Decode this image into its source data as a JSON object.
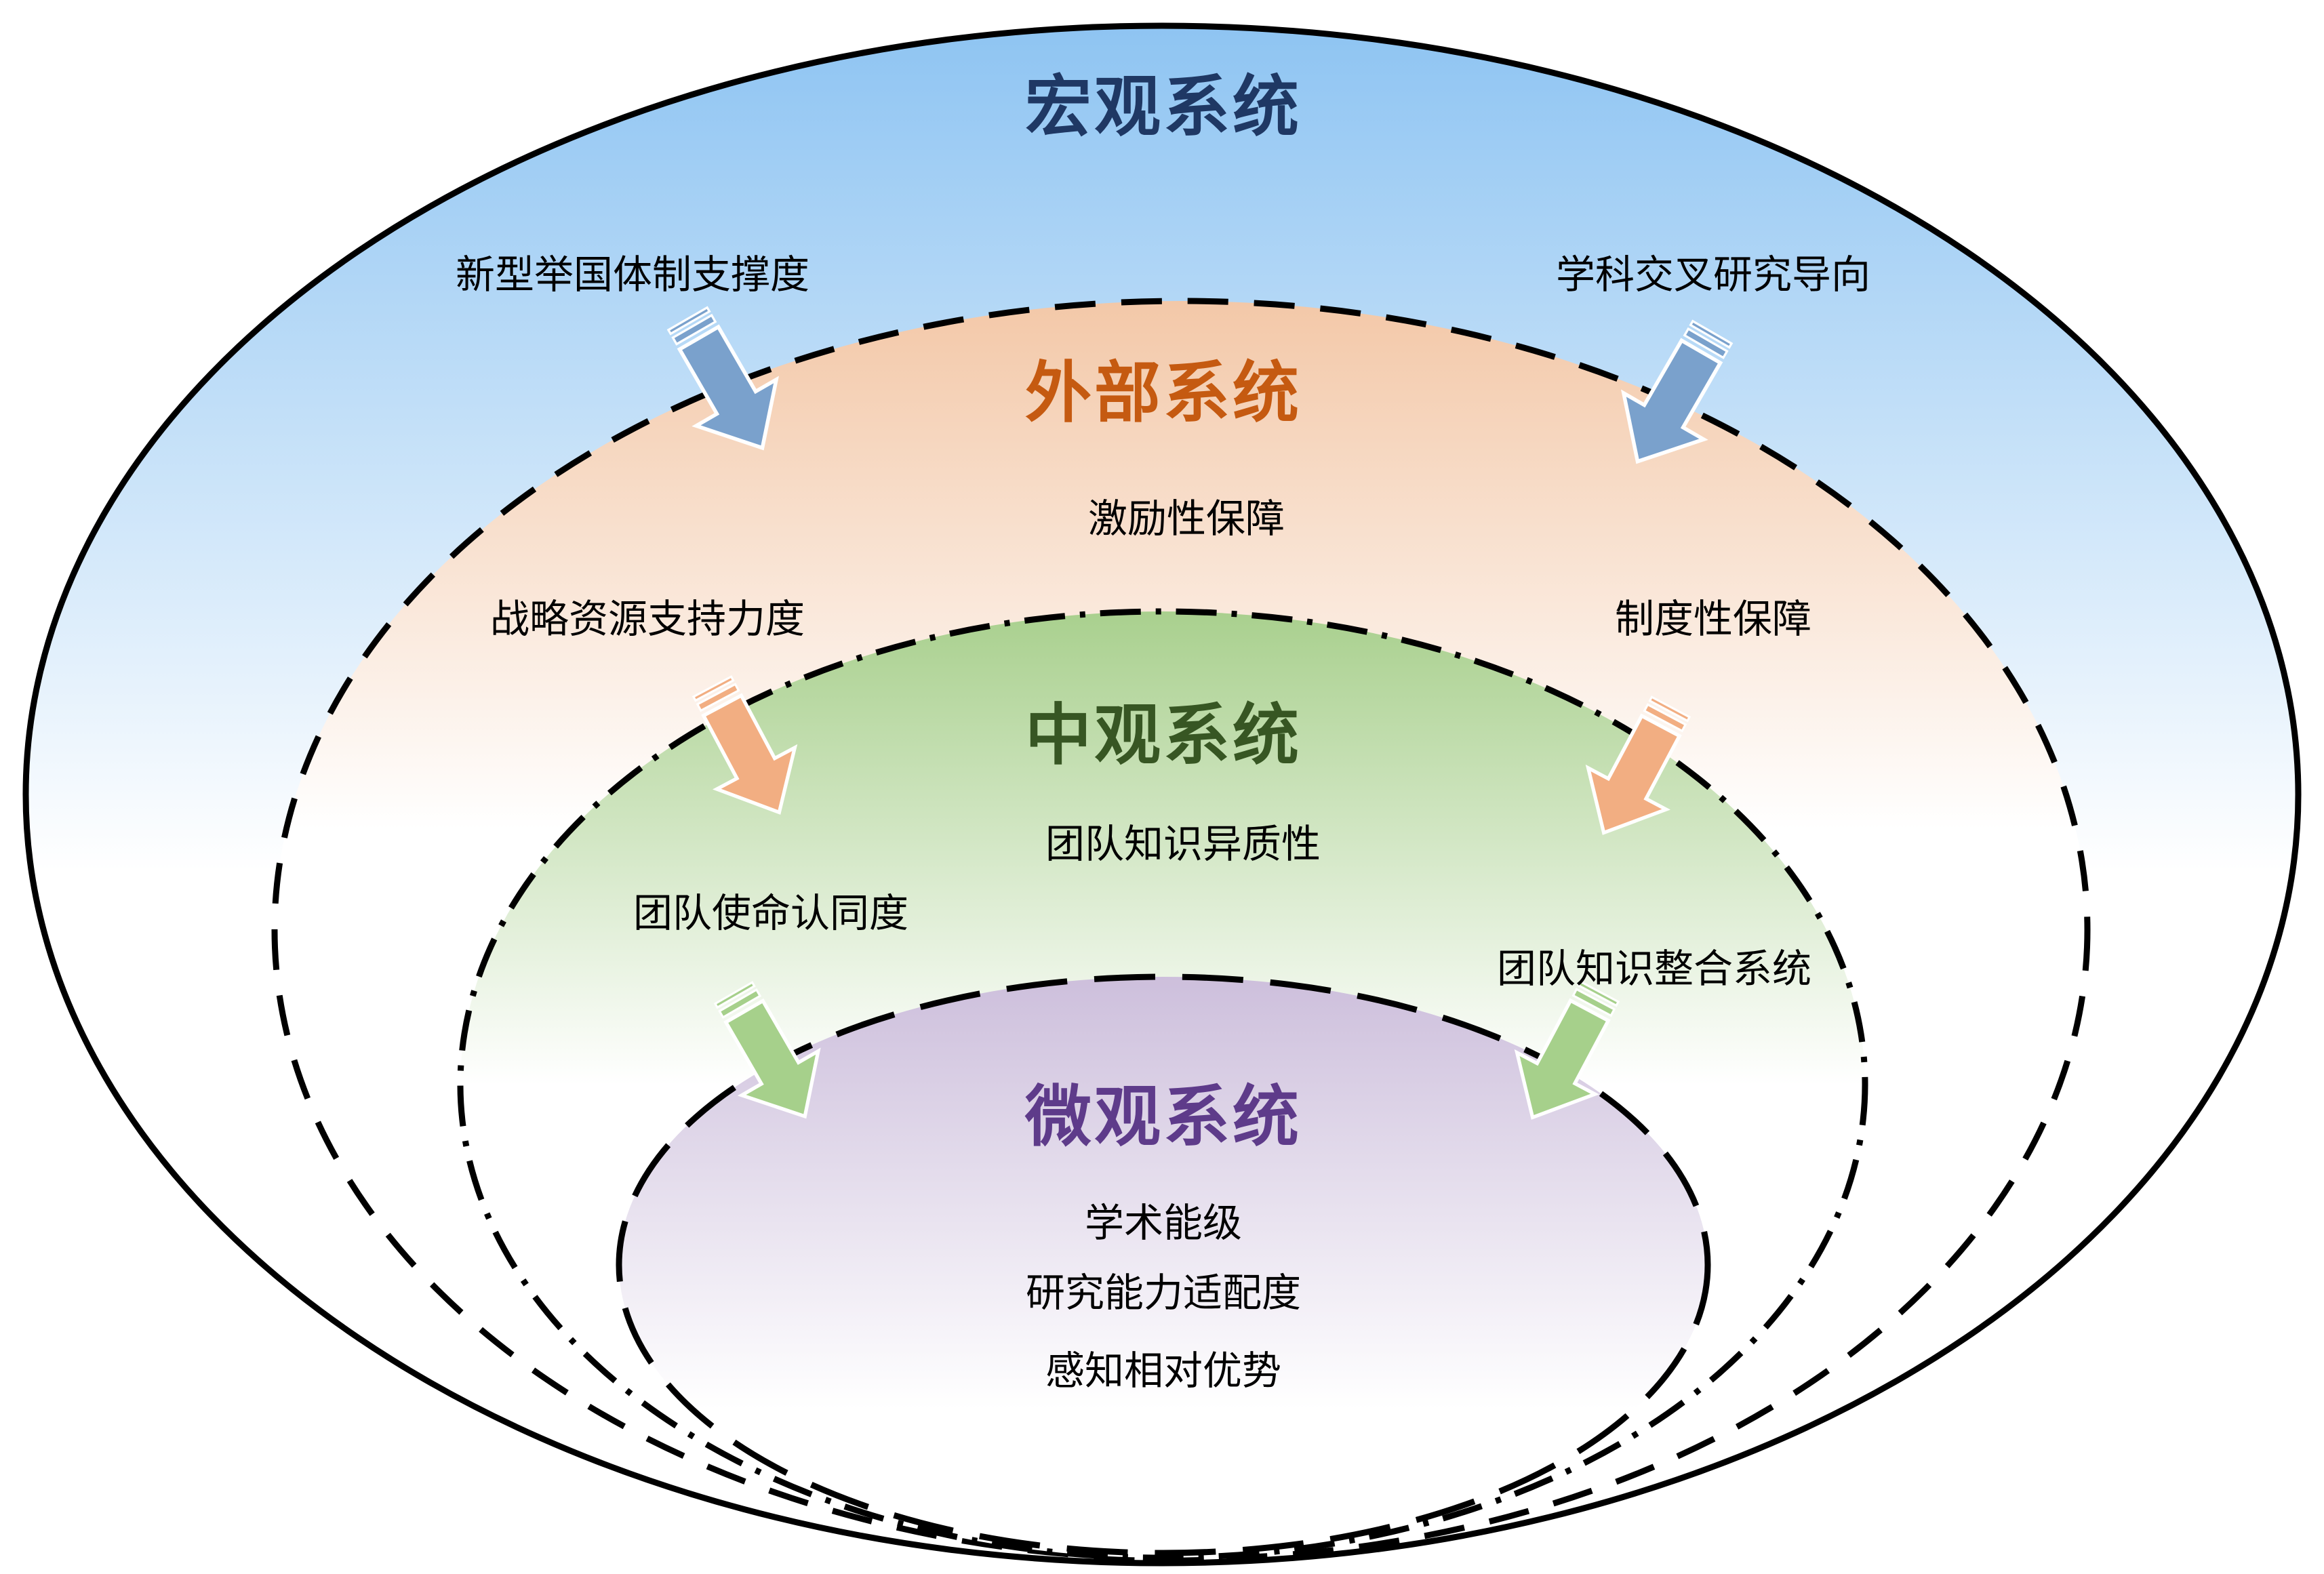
{
  "systems": {
    "macro": {
      "title": "宏观系统",
      "title_color": "#1f3864",
      "fill_top": "#8ec4f2",
      "fill_bottom": "#ffffff",
      "factors": [
        "新型举国体制支撑度",
        "学科交叉研究导向"
      ],
      "arrow_color": "#7aa1cc"
    },
    "external": {
      "title": "外部系统",
      "title_color": "#c55a11",
      "fill_top": "#f3c8a8",
      "fill_bottom": "#ffffff",
      "factors": [
        "激励性保障",
        "战略资源支持力度",
        "制度性保障"
      ],
      "arrow_color": "#f2ae82"
    },
    "meso": {
      "title": "中观系统",
      "title_color": "#375623",
      "fill_top": "#a9d08e",
      "fill_bottom": "#ffffff",
      "factors": [
        "团队知识异质性",
        "团队使命认同度",
        "团队知识整合系统"
      ],
      "arrow_color": "#a6d08b"
    },
    "micro": {
      "title": "微观系统",
      "title_color": "#5e3b8a",
      "fill_top": "#cdbfdc",
      "fill_bottom": "#ffffff",
      "factors": [
        "学术能级",
        "研究能力适配度",
        "感知相对优势"
      ]
    }
  }
}
